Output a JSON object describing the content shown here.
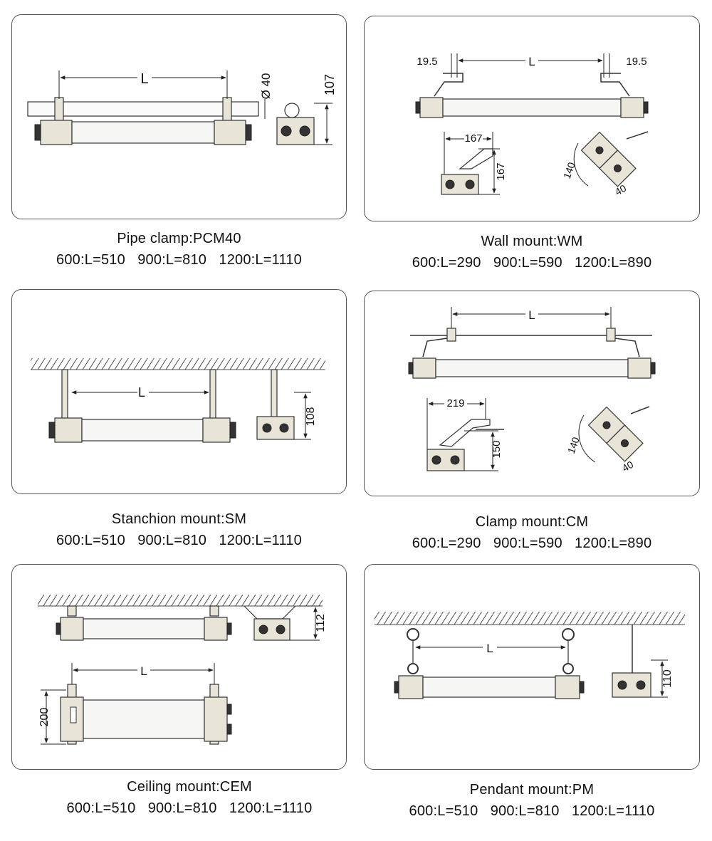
{
  "panels": [
    {
      "id": "pipe-clamp",
      "name": "Pipe clamp:PCM40",
      "lengths": "600:L=510   900:L=810   1200:L=1110",
      "dims": {
        "length": "L",
        "pipe_diameter": "Ø 40",
        "height": "107"
      }
    },
    {
      "id": "wall-mount",
      "name": "Wall mount:WM",
      "lengths": "600:L=290   900:L=590   1200:L=890",
      "dims": {
        "length": "L",
        "offset_left": "19.5",
        "offset_right": "19.5",
        "bracket_width": "167",
        "bracket_height": "167",
        "radius": "140",
        "angle": "40"
      }
    },
    {
      "id": "stanchion-mount",
      "name": "Stanchion mount:SM",
      "lengths": "600:L=510   900:L=810   1200:L=1110",
      "dims": {
        "length": "L",
        "height": "108"
      }
    },
    {
      "id": "clamp-mount",
      "name": "Clamp mount:CM",
      "lengths": "600:L=290   900:L=590   1200:L=890",
      "dims": {
        "length": "L",
        "bracket_width": "219",
        "bracket_height": "150",
        "radius": "140",
        "angle": "40"
      }
    },
    {
      "id": "ceiling-mount",
      "name": "Ceiling mount:CEM",
      "lengths": "600:L=510   900:L=810   1200:L=1110",
      "dims": {
        "length": "L",
        "height": "112",
        "width": "200"
      }
    },
    {
      "id": "pendant-mount",
      "name": "Pendant mount:PM",
      "lengths": "600:L=510   900:L=810   1200:L=1110",
      "dims": {
        "length": "L",
        "height": "110"
      }
    }
  ]
}
